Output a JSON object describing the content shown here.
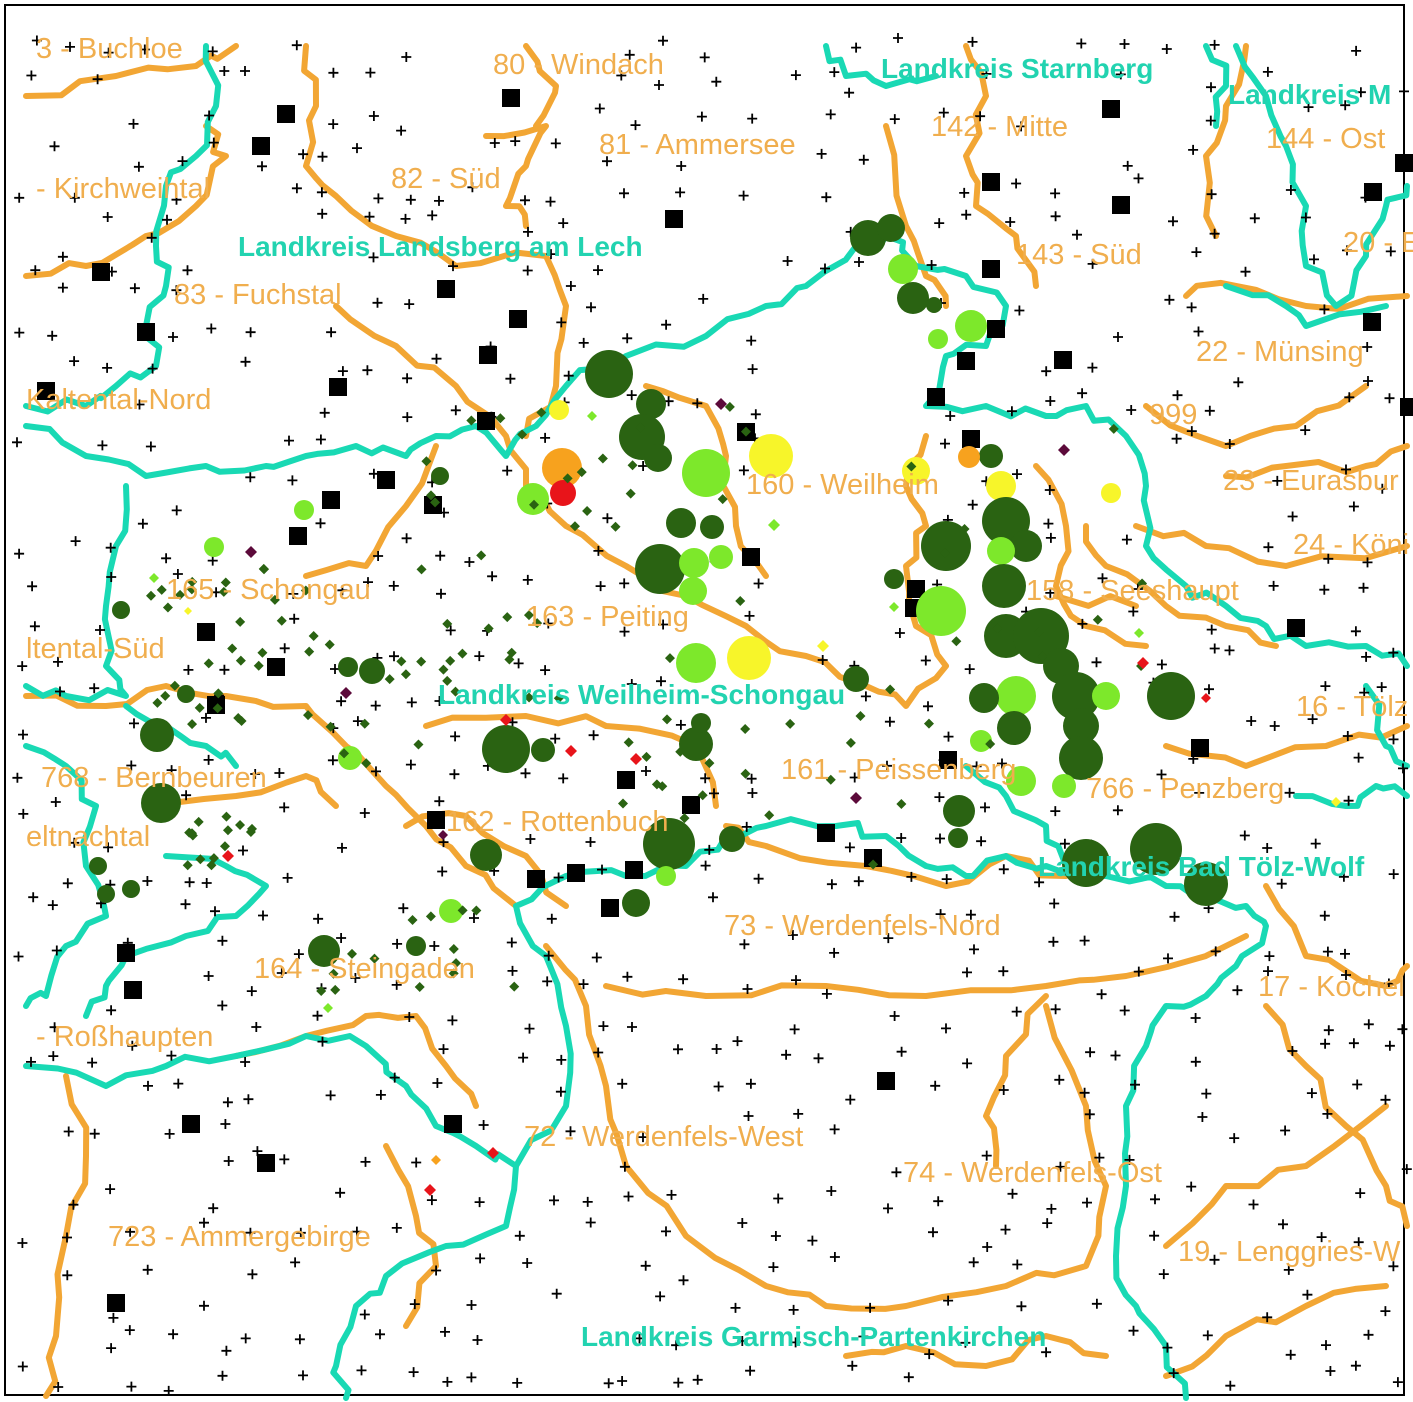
{
  "colors": {
    "district_border": "#19d9b4",
    "hunting_border": "#f2a634",
    "hunting_label": "#f0ae4e",
    "district_label": "#22d3b0",
    "dark_green": "#2a6312",
    "light_green": "#7de82b",
    "yellow": "#f7f52a",
    "orange": "#f7a21e",
    "red": "#e8141a",
    "purple": "#5c0a3a",
    "black": "#000000"
  },
  "legend_note": "",
  "hunting_labels": [
    "3 - Buchloe",
    "80 - Windach",
    "81 - Ammersee",
    "82 - Süd",
    "- Kirchweihtal",
    "83 - Fuchstal",
    "142 - Mitte",
    "144 - Ost",
    "143 - Süd",
    "20 - E",
    "22 - Münsing",
    "Kaltental-Nord",
    "999",
    "23 - Eurasbur",
    "160 - Weilheim",
    "24 - Köni",
    "165 - Schongau",
    "158 - Seeshaupt",
    "163 - Peiting",
    "ltental-Süd",
    "16 - Tölz",
    "768 - Bernbeuren",
    "161 - Peissenberg",
    "766 - Penzberg",
    "eltnachtal",
    "162 - Rottenbuch",
    "73 - Werdenfels-Nord",
    "164 - Steingaden",
    "17 - Kochel",
    "- Roßhaupten",
    "72 - Werdenfels-West",
    "74 - Werdenfels-Ost",
    "723 - Ammergebirge",
    "19 - Lenggries-W"
  ],
  "district_labels": [
    "Landkreis Starnberg",
    "Landkreis M",
    "Landkreis Landsberg am Lech",
    "Landkreis Weilheim-Schongau",
    "Landkreis Bad Tölz-Wolf",
    "Landkreis Garmisch-Partenkirchen"
  ]
}
